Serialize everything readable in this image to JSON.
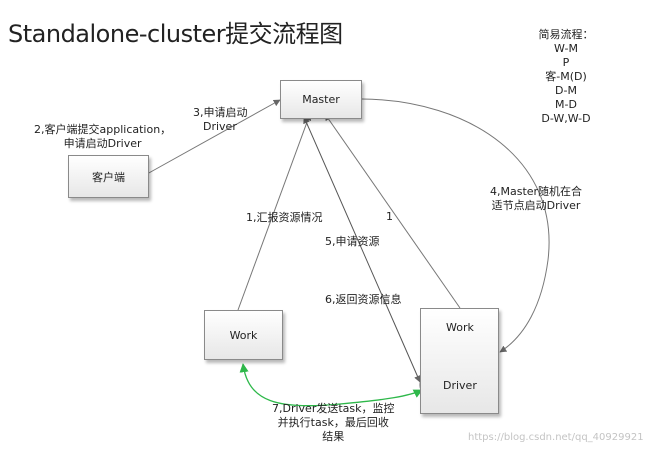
{
  "title": "Standalone-cluster提交流程图",
  "nodes": {
    "master": "Master",
    "client": "客户端",
    "work_left": "Work",
    "work_right": "Work",
    "driver": "Driver"
  },
  "labels": {
    "step2": [
      "2,客户端提交application，",
      "申请启动Driver"
    ],
    "step3": [
      "3,申请启动",
      "Driver"
    ],
    "step4": [
      "4,Master随机在合",
      "适节点启动Driver"
    ],
    "step1_report": "1,汇报资源情况",
    "step1": "1",
    "step5": "5,申请资源",
    "step6": "6,返回资源信息",
    "step7": [
      "7,Driver发送task，监控",
      "并执行task，最后回收",
      "结果"
    ]
  },
  "summary": {
    "heading": "简易流程：",
    "lines": [
      "W-M",
      "P",
      "客-M(D)",
      "D-M",
      "M-D",
      "D-W,W-D"
    ]
  },
  "watermark": "https://blog.csdn.net/qq_40929921"
}
